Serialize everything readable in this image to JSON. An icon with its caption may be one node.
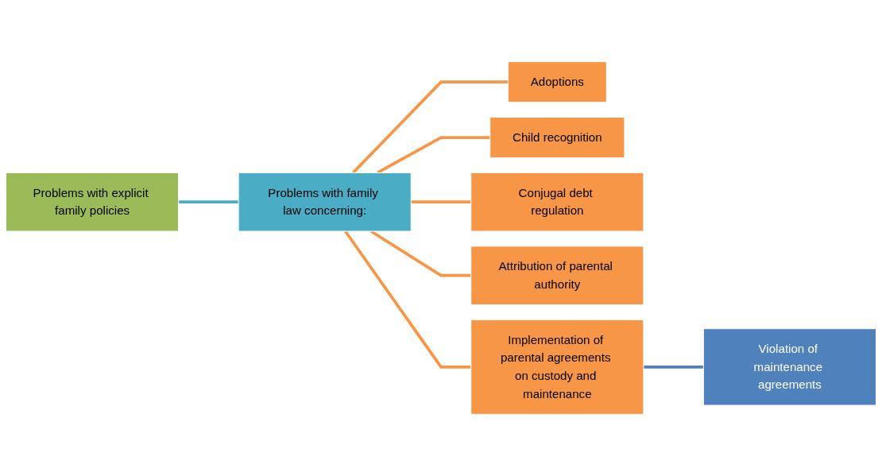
{
  "diagram": {
    "nodes": [
      {
        "text": [
          "Problems with explicit family policies"
        ]
      },
      {
        "text": [
          "Problems with family law concerning:"
        ]
      },
      {
        "text": [
          "Adoptions"
        ]
      },
      {
        "text": [
          "Child recognition"
        ]
      },
      {
        "text": [
          "Conjugal debt regulation"
        ]
      },
      {
        "text": [
          "Attribution of parental authority"
        ]
      },
      {
        "text": [
          "Implementation of parental agreements on custody and maintenance"
        ]
      },
      {
        "text": [
          "Violation of maintenance agreements"
        ]
      }
    ],
    "edges": [
      {
        "from": 0,
        "to": 1,
        "arrow": "none",
        "color": "#4bacc6"
      },
      {
        "from": 1,
        "to": 2,
        "arrow": "none"
      },
      {
        "from": 1,
        "to": 3,
        "arrow": "none"
      },
      {
        "from": 1,
        "to": 4,
        "arrow": "none"
      },
      {
        "from": 1,
        "to": 5,
        "arrow": "none"
      },
      {
        "from": 1,
        "to": 6,
        "arrow": "none"
      },
      {
        "from": 6,
        "to": 7,
        "arrow": "none",
        "color": "#4f81bd"
      }
    ]
  }
}
